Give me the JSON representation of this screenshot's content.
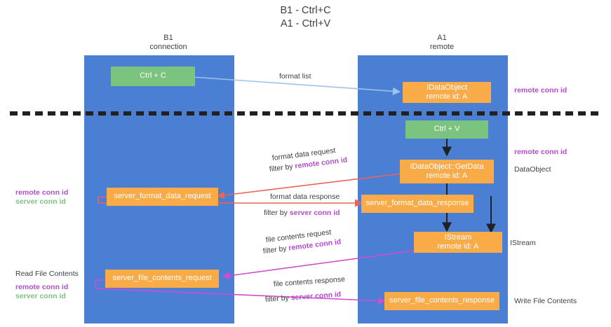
{
  "title": "B1 - Ctrl+C\nA1 - Ctrl+V",
  "lanes": [
    {
      "name": "B1",
      "sub": "connection",
      "header": "B1\nconnection"
    },
    {
      "name": "A1",
      "sub": "remote",
      "header": "A1\nremote"
    }
  ],
  "nodes": {
    "ctrl_c": "Ctrl + C",
    "idataobject": "IDataObject\nremote id: A",
    "ctrl_v": "Ctrl + V",
    "getdata": "IDataObject::GetData\nremote id: A",
    "server_format_data_request": "server_format_data_request",
    "server_format_data_response": "server_format_data_response",
    "istream": "IStream\nremote id: A",
    "server_file_contents_request": "server_file_contents_request",
    "server_file_contents_response": "server_file_contents_response"
  },
  "edges": {
    "format_list": "format list",
    "format_data_request": "format data request",
    "format_data_request_filter_pre": "filter by ",
    "format_data_request_filter_key": "remote conn id",
    "format_data_response": "format data response",
    "format_data_response_filter_pre": "filter by ",
    "format_data_response_filter_key": "server conn id",
    "file_contents_request": "file contents request",
    "file_contents_request_filter_pre": "filter by ",
    "file_contents_request_filter_key": "remote conn id",
    "file_contents_response": "file contents response",
    "file_contents_response_filter_pre": "filter by ",
    "file_contents_response_filter_key": "server conn id"
  },
  "annotations": {
    "right_remote_conn_id_top": "remote conn id",
    "right_remote_conn_id_mid": "remote conn id",
    "right_dataobject": "DataObject",
    "right_istream": "IStream",
    "right_write_file_contents": "Write File Contents",
    "left_remote_conn_id": "remote conn id",
    "left_server_conn_id": "server conn id",
    "left_read_file_contents": "Read File Contents",
    "left_remote_conn_id_2": "remote conn id",
    "left_server_conn_id_2": "server conn id"
  },
  "colors": {
    "lane": "#4a7fd4",
    "green_node": "#7bc47f",
    "orange_node": "#f9ab48",
    "purple_text": "#b44ccd",
    "green_text": "#7bc47f",
    "arrow_blue": "#9dc3ea",
    "arrow_red": "#e8655c",
    "arrow_magenta": "#cf4dcf",
    "arrow_dark": "#202124",
    "divider": "#202124",
    "text": "#3c4043"
  }
}
